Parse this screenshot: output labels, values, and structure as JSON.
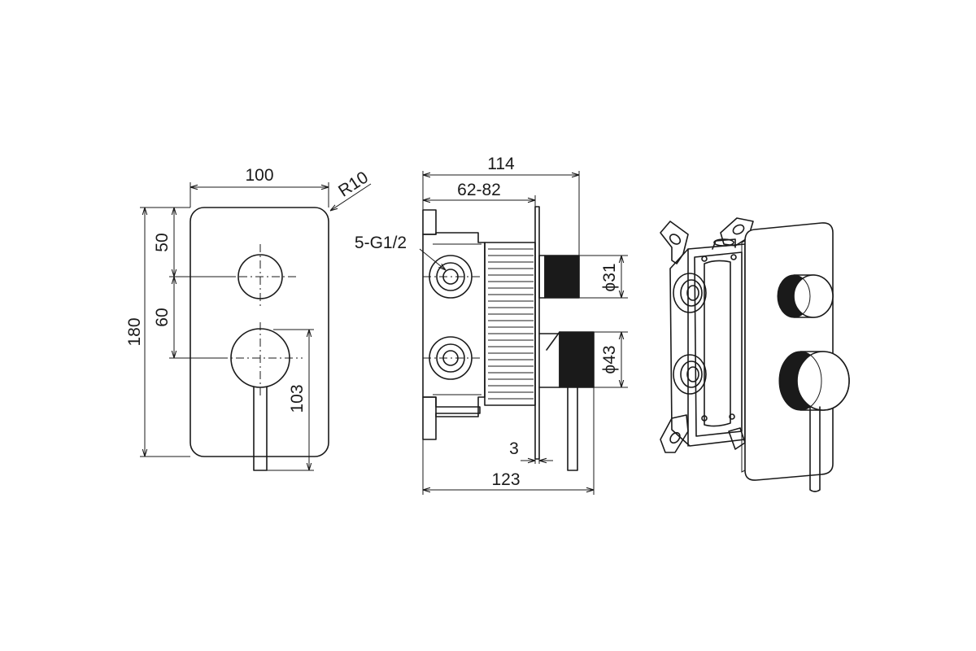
{
  "front_view": {
    "width_label": "100",
    "radius_label": "R10",
    "height_label": "180",
    "upper_spacing_label": "50",
    "lower_spacing_label": "60",
    "lever_label": "103"
  },
  "side_view": {
    "depth_label": "114",
    "adjust_label": "62-82",
    "inlet_label": "5-G1/2",
    "small_knob_label": "ϕ31",
    "large_knob_label": "ϕ43",
    "plate_label": "3",
    "total_label": "123"
  },
  "colors": {
    "line": "#1a1a1a",
    "background": "#ffffff",
    "knurl": "#1a1a1a"
  }
}
